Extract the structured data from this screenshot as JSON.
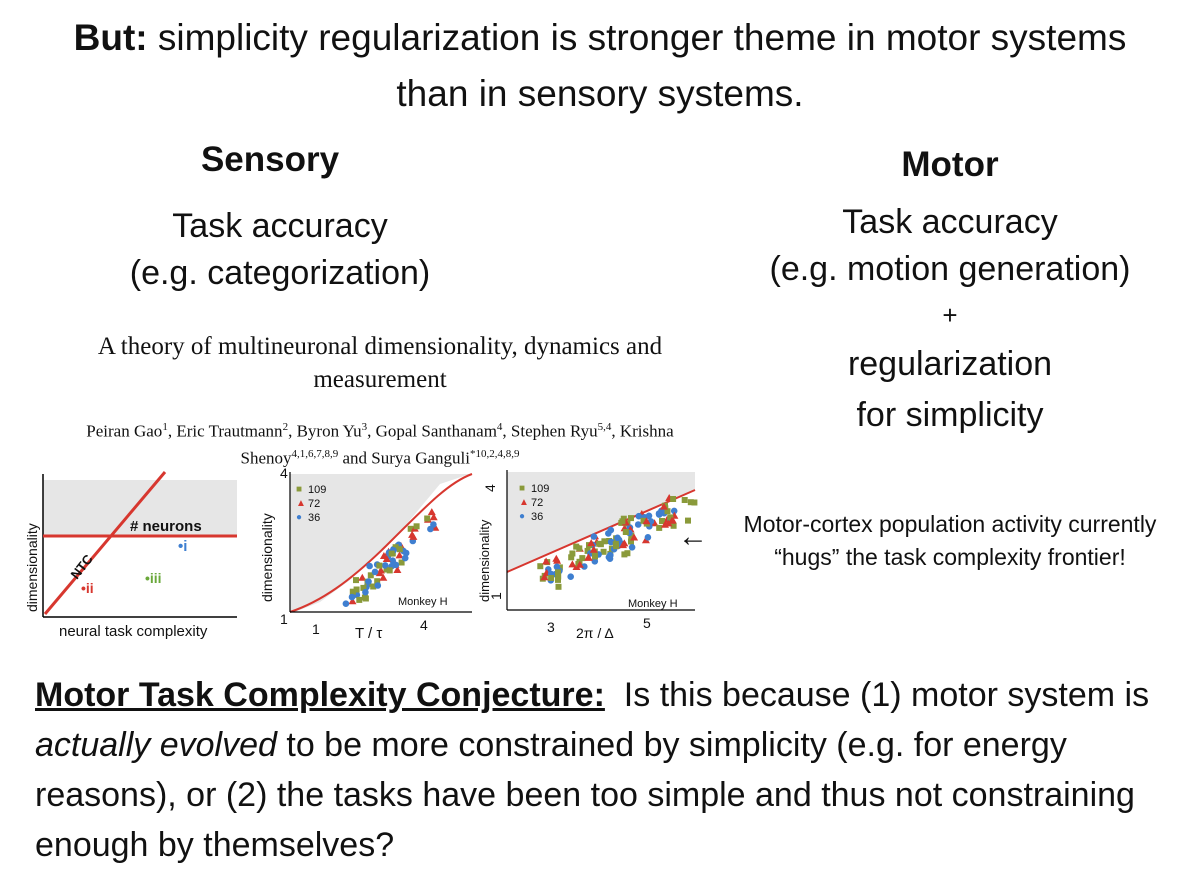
{
  "title": {
    "bold": "But:",
    "rest_line1": " simplicity regularization is stronger theme in motor systems",
    "line2": "than in sensory systems."
  },
  "sensory": {
    "heading": "Sensory",
    "line1": "Task accuracy",
    "line2": "(e.g. categorization)"
  },
  "motor": {
    "heading": "Motor",
    "line1": "Task accuracy",
    "line2": "(e.g. motion generation)",
    "plus": "+",
    "line3": "regularization",
    "line4": "for simplicity"
  },
  "paper": {
    "title_line1": "A theory of multineuronal dimensionality, dynamics and",
    "title_line2": "measurement",
    "authors_line1_parts": [
      "Peiran Gao",
      "1",
      ", Eric Trautmann",
      "2",
      ", Byron Yu",
      "3",
      ", Gopal Santhanam",
      "4",
      ", Stephen Ryu",
      "5,4",
      ", Krishna"
    ],
    "authors_line2_parts": [
      "Shenoy",
      "4,1,6,7,8,9",
      " and Surya Ganguli",
      "*10,2,4,8,9"
    ]
  },
  "callout": {
    "line1": "Motor-cortex population activity currently",
    "line2": "“hugs” the task complexity frontier!",
    "arrow": "←"
  },
  "conjecture": {
    "lead": "Motor Task Complexity Conjecture:",
    "text1": "  Is this because (1) motor system is ",
    "italic": "actually evolved",
    "text2": " to be more constrained by simplicity (e.g. for energy reasons), or (2) the tasks have been too simple and thus not constraining enough by themselves?"
  },
  "colors": {
    "red": "#d7372f",
    "green": "#8a9a3a",
    "blue": "#3f7fd0",
    "gray_region": "#e6e6e6"
  },
  "chart_data": [
    {
      "type": "diagram",
      "xlabel": "neural task complexity",
      "ylabel": "dimensionality",
      "labels": {
        "neurons": "# neurons",
        "ntc": "NTC",
        "i": "•i",
        "ii": "•ii",
        "iii": "•iii"
      }
    },
    {
      "type": "scatter",
      "xlabel": "T / τ",
      "ylabel": "dimensionality",
      "annotation": "Monkey H",
      "x_ticks": [
        "1",
        "4"
      ],
      "y_ticks": [
        "1",
        "4"
      ],
      "legend": [
        {
          "name": "109",
          "color": "#8a9a3a",
          "marker": "square"
        },
        {
          "name": "72",
          "color": "#d7372f",
          "marker": "triangle"
        },
        {
          "name": "36",
          "color": "#3f7fd0",
          "marker": "circle"
        }
      ],
      "legend_glyphs": [
        "■",
        "▲",
        "●"
      ]
    },
    {
      "type": "scatter",
      "xlabel": "2π / Δ",
      "ylabel": "dimensionality",
      "annotation": "Monkey H",
      "x_ticks": [
        "3",
        "5"
      ],
      "y_ticks": [
        "1",
        "4"
      ],
      "legend": [
        {
          "name": "109",
          "color": "#8a9a3a",
          "marker": "square"
        },
        {
          "name": "72",
          "color": "#d7372f",
          "marker": "triangle"
        },
        {
          "name": "36",
          "color": "#3f7fd0",
          "marker": "circle"
        }
      ],
      "legend_glyphs": [
        "■",
        "▲",
        "●"
      ]
    }
  ]
}
